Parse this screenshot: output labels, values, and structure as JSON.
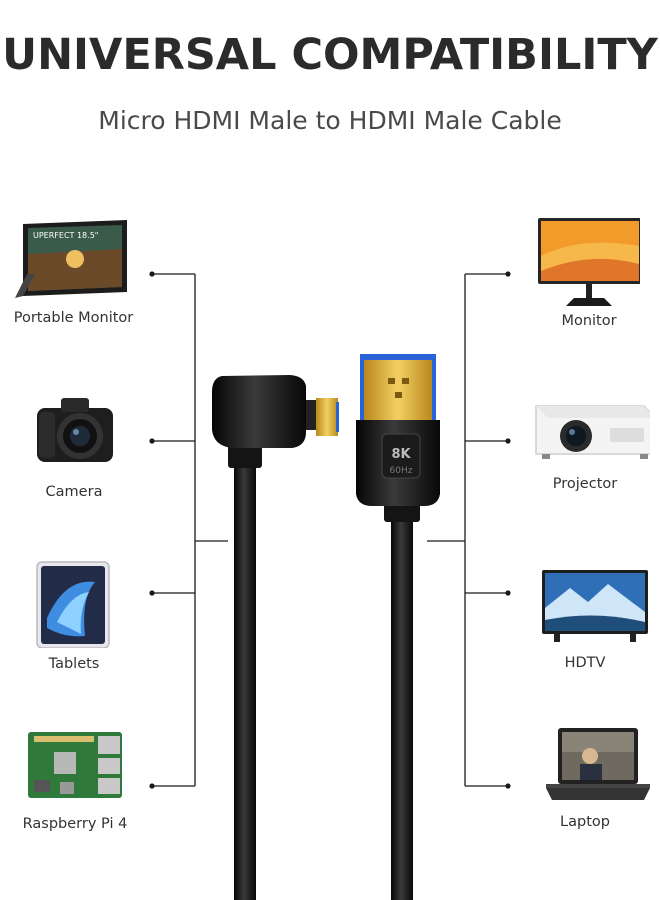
{
  "header": {
    "title": "UNIVERSAL COMPATIBILITY",
    "subtitle": "Micro HDMI Male to HDMI Male Cable"
  },
  "left_devices": [
    {
      "label": "Portable Monitor",
      "icon": "portable-monitor-icon",
      "screen_text": "UPERFECT 18.5\""
    },
    {
      "label": "Camera",
      "icon": "camera-icon"
    },
    {
      "label": "Tablets",
      "icon": "tablet-icon"
    },
    {
      "label": "Raspberry Pi 4",
      "icon": "raspberry-pi-icon"
    }
  ],
  "right_devices": [
    {
      "label": "Monitor",
      "icon": "monitor-icon"
    },
    {
      "label": "Projector",
      "icon": "projector-icon"
    },
    {
      "label": "HDTV",
      "icon": "hdtv-icon"
    },
    {
      "label": "Laptop",
      "icon": "laptop-icon"
    }
  ],
  "connector_badge": {
    "resolution": "8K",
    "refresh": "60Hz"
  },
  "colors": {
    "title": "#2b2b2b",
    "lines": "#1a1a1a",
    "cable": "#111111",
    "gold": "#d4a531",
    "blue": "#2a63d8"
  }
}
